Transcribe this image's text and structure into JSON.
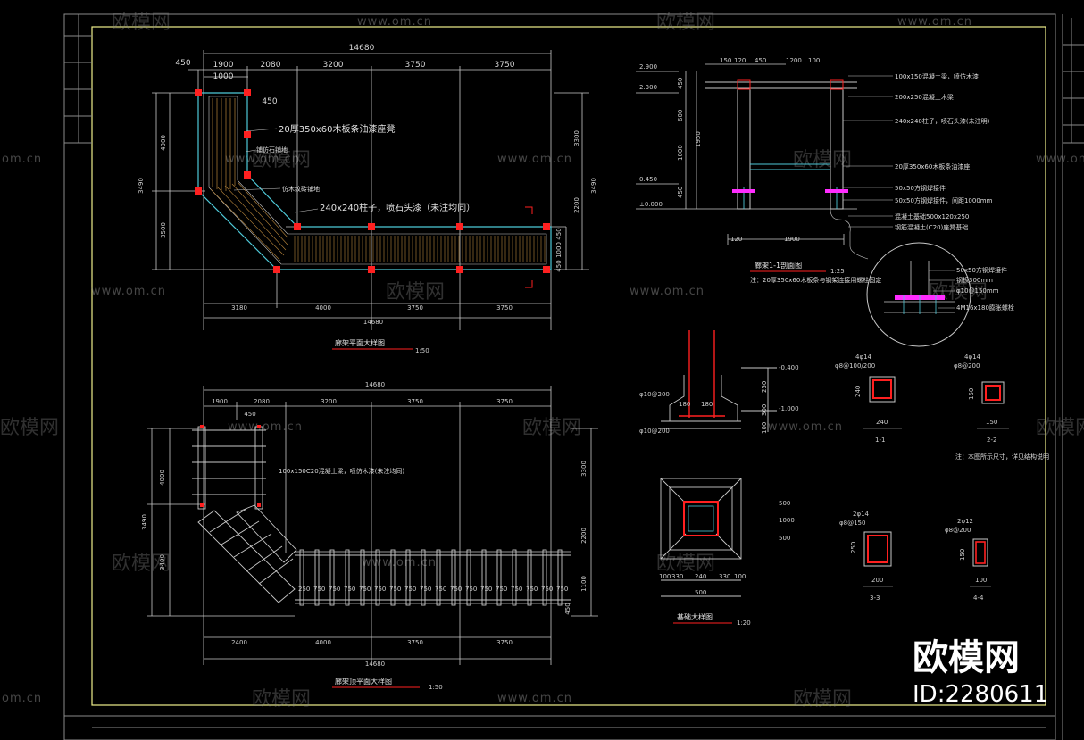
{
  "colors": {
    "background": "#000000",
    "frame": "#f0f08c",
    "line": "#c8c8c8",
    "cyan": "#4ec9d8",
    "red": "#ff2020",
    "timber": "#b8863b",
    "magenta": "#ff2cff"
  },
  "plan": {
    "total_length": "14680",
    "top_dims": [
      "450",
      "1900",
      "2080",
      "3200",
      "3750",
      "3750"
    ],
    "sub_dim_1000": "1000",
    "sub_dim_450": "450",
    "left_dims": [
      "4000",
      "3490",
      "3500"
    ],
    "right_dims": [
      "3300",
      "2200",
      "3490",
      "450",
      "1000",
      "450"
    ],
    "bottom_dims": [
      "3180",
      "4000",
      "3750",
      "3750"
    ],
    "bottom_total": "14680",
    "note_bench": "20厚350x60木板条油漆座凳",
    "note_pave": "铺仿石铺地",
    "note_floor": "仿木纹砖铺地",
    "note_column": "240x240柱子，喷石头漆（未注均同）",
    "title": "廊架平面大样图",
    "scale": "1:50"
  },
  "roof": {
    "total_length": "14680",
    "top_dims": [
      "1900",
      "2080",
      "3200",
      "3750",
      "3750"
    ],
    "small_dim": "450",
    "left_dims": [
      "4000",
      "3490",
      "3400"
    ],
    "right_dims": [
      "3300",
      "2200",
      "1100",
      "450"
    ],
    "bay_dims": [
      "250",
      "750",
      "750",
      "750",
      "750",
      "750",
      "750",
      "750",
      "750",
      "750",
      "750",
      "750",
      "750",
      "750",
      "750",
      "750",
      "750",
      "750"
    ],
    "bottom_dims": [
      "2400",
      "4000",
      "3750",
      "3750"
    ],
    "bottom_total": "14680",
    "note_beam": "100x150C20混凝土梁，喷仿木漆(未注均同)",
    "title": "廊架顶平面大样图",
    "scale": "1:50"
  },
  "section": {
    "levels": [
      "2.900",
      "2.300",
      "0.450",
      "±0.000"
    ],
    "left_dims": [
      "450",
      "600",
      "1000",
      "1950",
      "450"
    ],
    "top_dims": [
      "150",
      "120",
      "450",
      "1200",
      "100"
    ],
    "bottom_dim_left": "120",
    "bottom_dim_main": "1900",
    "labels": [
      "100x150混凝土梁，喷仿木漆",
      "200x250混凝土木梁",
      "240x240柱子，喷石头漆(未注明)",
      "20厚350x60木板条油漆座",
      "50x50方钢焊接件",
      "50x50方钢焊接件，间距1000mm",
      "混凝土基础500x120x250",
      "钢筋混凝土(C20)座凳基础"
    ],
    "title": "廊架1-1剖面图",
    "scale": "1:25",
    "subnote": "注：20厚350x60木板条与钢架连接用螺栓固定",
    "detail_labels": [
      "50x50方钢焊接件",
      "钢板300mm",
      "φ10@150mm",
      "4M16x180膨胀螺栓"
    ]
  },
  "footing": {
    "rebar": [
      "φ10@200",
      "φ10@200"
    ],
    "dims": [
      "180",
      "180"
    ],
    "levels": [
      "-0.400",
      "-1.000"
    ],
    "right_dims": [
      "250",
      "300",
      "100"
    ],
    "plan_dims_bottom": [
      "100",
      "330",
      "240",
      "330",
      "100"
    ],
    "plan_total": "500",
    "plan_right": [
      "500",
      "1000",
      "500"
    ],
    "title": "基础大样图",
    "scale": "1:20"
  },
  "sections": [
    {
      "label": "1-1",
      "rebar": "4φ14",
      "stirrup": "φ8@100/200",
      "size": "240",
      "dim": "240"
    },
    {
      "label": "2-2",
      "rebar": "4φ14",
      "stirrup": "φ8@200",
      "size": "150",
      "dim": "150"
    },
    {
      "label": "3-3",
      "rebar": "2φ14",
      "stirrup": "φ8@150",
      "size": "250",
      "dim": "200"
    },
    {
      "label": "4-4",
      "rebar": "2φ12",
      "stirrup": "φ8@200",
      "size": "150",
      "dim": "100"
    }
  ],
  "section_note": "注：本图所示尺寸，详见结构说明",
  "watermark": {
    "brand": "欧模网",
    "site": "www.om.cn",
    "site_short": "om.cn"
  },
  "corner_brand": {
    "name": "欧模网",
    "id": "ID:2280611"
  }
}
